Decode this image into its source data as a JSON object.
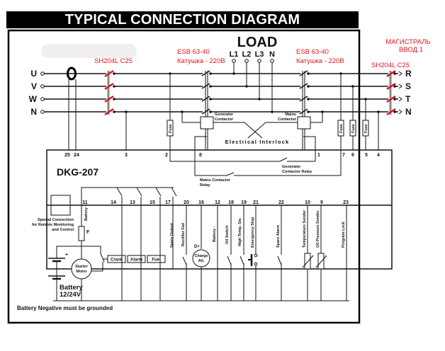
{
  "title": "TYPICAL CONNECTION DIAGRAM",
  "load": {
    "label": "LOAD",
    "terminals": [
      "L1",
      "L2",
      "L3",
      "N"
    ]
  },
  "generator_phases": [
    "U",
    "V",
    "W",
    "N"
  ],
  "mains_phases": [
    "R",
    "S",
    "T",
    "N"
  ],
  "annotations": {
    "gen_breaker": "SH204L C25",
    "mains_breaker": "SH204L C25",
    "gen_contactor_model": "ESB 63-40",
    "gen_contactor_coil": "Катушка - 220В",
    "mains_contactor_model": "ESB 63-40",
    "mains_contactor_coil": "Катушка - 220В",
    "mains_input_line1": "МАГИСТРАЛЬ",
    "mains_input_line2": "ВВОД 1"
  },
  "contactors": {
    "generator": [
      "Generator",
      "Contactor"
    ],
    "mains": [
      "Mains",
      "Contactor"
    ],
    "interlock": "Electrical Interlock",
    "gen_relay": [
      "Generator",
      "Contactor Relay"
    ],
    "mains_relay": [
      "Mains Contactor",
      "Relay"
    ]
  },
  "fuse_label": "Fuse",
  "module": {
    "name": "DKG-207",
    "top_terminals": [
      "25",
      "24",
      "3",
      "2",
      "8",
      "1",
      "7",
      "6",
      "5",
      "4"
    ],
    "bottom_terminals": [
      "11",
      "14",
      "13",
      "15",
      "17",
      "20",
      "16",
      "12",
      "18",
      "19",
      "21",
      "22",
      "10",
      "9",
      "23"
    ]
  },
  "remote": [
    "Special Connection",
    "for Remote Monitoring",
    "and Control"
  ],
  "bottom_labels": {
    "battery_plus": "Battery +",
    "spare_output": "Spare Output",
    "rectifier_fail": "Rectifier Fail",
    "battery_minus": "Battery -",
    "oil_switch": "Oil Switch",
    "high_temp": "High Temp. Sw.",
    "emergency_stop": "Emergency Stop",
    "spare_alarm": "Spare Alarm",
    "temp_sender": "Temperature Sender",
    "oil_sender": "Oil Pressure Sender",
    "program_lock": "Program Lock",
    "fuse_f": "F",
    "d_plus": "D+",
    "charge_alt": [
      "Charge",
      "Alt."
    ],
    "starter_motor": [
      "Starter",
      "Motor"
    ],
    "crank": "Crank",
    "alarm": "Alarm",
    "fuel": "Fuel",
    "battery_plus_sign": "+",
    "battery": "Battery",
    "battery_voltage": "12/24V",
    "ground_note": "Battery Negative must be grounded"
  }
}
